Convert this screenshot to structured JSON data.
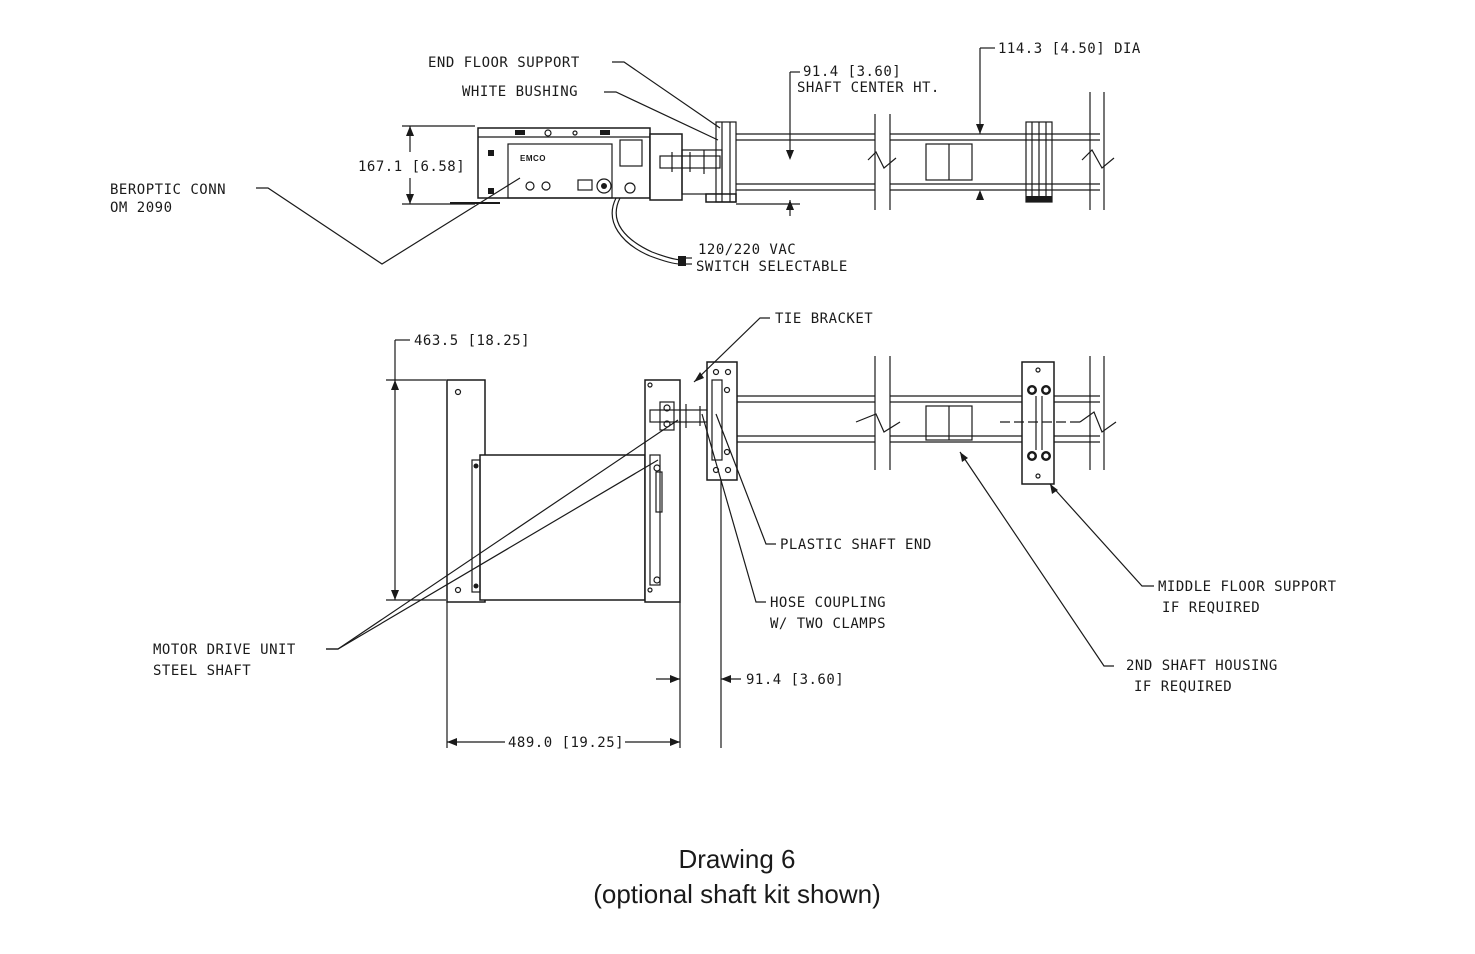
{
  "labels": {
    "end_floor_support": "END FLOOR SUPPORT",
    "white_bushing": "WHITE BUSHING",
    "shaft_center_dim": "91.4 [3.60]",
    "shaft_center_ht": "SHAFT CENTER HT.",
    "dia_dim": "114.3 [4.50] DIA",
    "height_dim": "167.1 [6.58]",
    "fiberoptic_1": "BEROPTIC CONN",
    "fiberoptic_2": "OM 2090",
    "power_1": "120/220 VAC",
    "power_2": "SWITCH SELECTABLE",
    "tie_bracket": "TIE BRACKET",
    "width_dim": "463.5 [18.25]",
    "plastic_shaft_end": "PLASTIC SHAFT END",
    "hose_coupling_1": "HOSE COUPLING",
    "hose_coupling_2": "W/ TWO CLAMPS",
    "middle_support_1": "MIDDLE FLOOR SUPPORT",
    "middle_support_2": "IF REQUIRED",
    "motor_drive_1": "MOTOR DRIVE UNIT",
    "motor_drive_2": "STEEL SHAFT",
    "second_housing_1": "2ND SHAFT HOUSING",
    "second_housing_2": "IF REQUIRED",
    "offset_dim": "91.4 [3.60]",
    "length_dim": "489.0 [19.25]",
    "device_brand": "EMCO"
  },
  "caption": {
    "line1": "Drawing 6",
    "line2": "(optional shaft kit shown)"
  }
}
